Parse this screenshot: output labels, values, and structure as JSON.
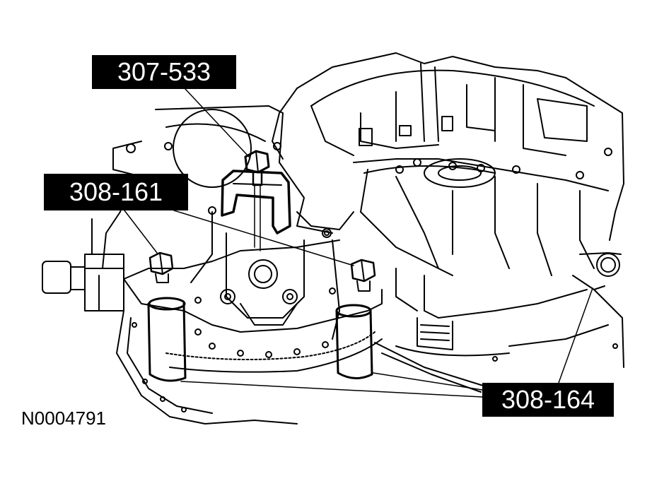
{
  "callouts": {
    "tool_307_533": "307-533",
    "tool_308_161": "308-161",
    "tool_308_164": "308-164"
  },
  "figure_id": "N0004791",
  "colors": {
    "ink": "#000000",
    "paper": "#ffffff"
  }
}
